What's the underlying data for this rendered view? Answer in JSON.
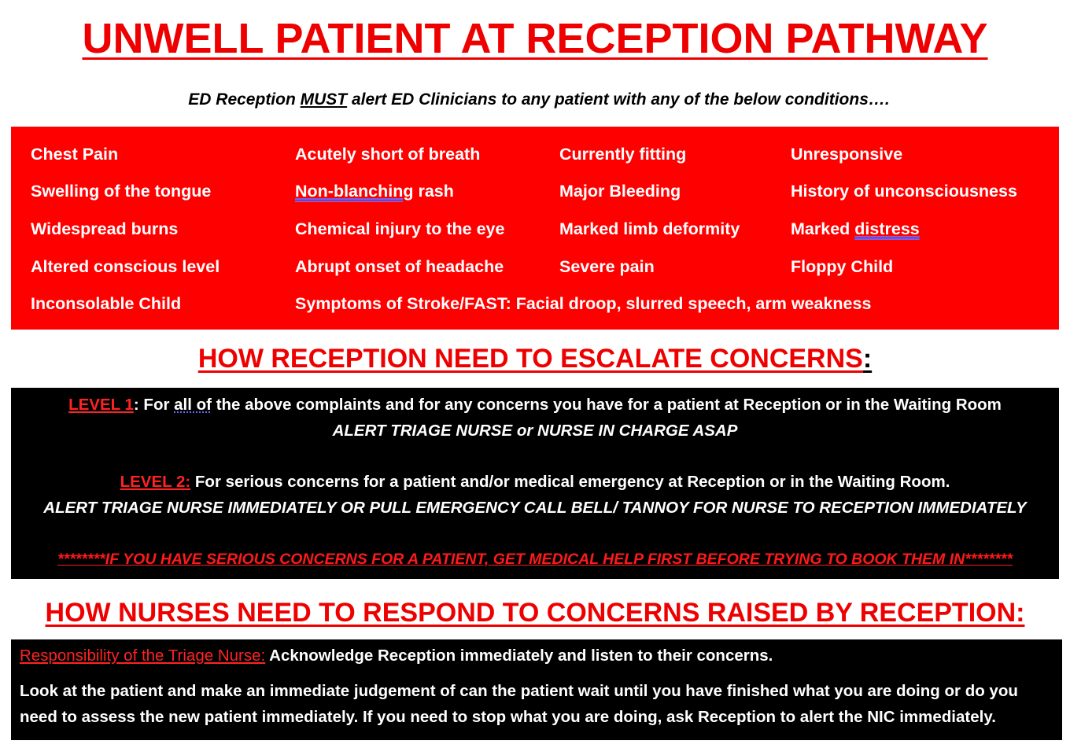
{
  "title": "UNWELL PATIENT AT RECEPTION PATHWAY",
  "subtitle": {
    "before": "ED Reception ",
    "emphasis": "MUST",
    "after": " alert ED Clinicians to any patient with any of the below conditions…."
  },
  "conditions": {
    "r1c1": "Chest Pain",
    "r1c2": "Acutely short of breath",
    "r1c3": "Currently fitting",
    "r1c4": "Unresponsive",
    "r2c1": "Swelling of the tongue",
    "r2c2a": "Non-blanching",
    "r2c2b": " rash",
    "r2c3": "Major Bleeding",
    "r2c4": "History of unconsciousness",
    "r3c1": "Widespread burns",
    "r3c2": "Chemical injury to the eye",
    "r3c3": "Marked limb deformity",
    "r3c4a": "Marked ",
    "r3c4b": "distress",
    "r4c1": "Altered conscious level",
    "r4c2": "Abrupt onset of headache",
    "r4c3": "Severe pain",
    "r4c4": "Floppy Child",
    "r5c1": "Inconsolable Child",
    "r5c2": "Symptoms of Stroke/FAST: Facial droop, slurred speech, arm weakness"
  },
  "escalate": {
    "heading": "HOW RECEPTION NEED TO ESCALATE CONCERNS",
    "colon": ":",
    "level1_label": "LEVEL 1",
    "level1_a": ": For ",
    "level1_allof": "all of",
    "level1_b": " the above complaints and for any concerns you have for a patient at Reception or in the Waiting Room",
    "level1_action": "ALERT TRIAGE NURSE or NURSE IN CHARGE ASAP",
    "level2_label": "LEVEL 2:",
    "level2_text": " For serious concerns for a patient and/or medical emergency at Reception or in the Waiting Room.",
    "level2_action": "ALERT TRIAGE NURSE IMMEDIATELY OR PULL EMERGENCY CALL BELL/ TANNOY FOR NURSE TO RECEPTION IMMEDIATELY",
    "warning": "********IF YOU HAVE SERIOUS CONCERNS FOR A PATIENT, GET MEDICAL HELP FIRST BEFORE TRYING TO BOOK THEM IN********"
  },
  "respond": {
    "heading": "HOW NURSES NEED TO RESPOND TO CONCERNS RAISED BY RECEPTION:",
    "resp_label": "Responsibility of the Triage Nurse:",
    "resp_text": "  Acknowledge Reception immediately and listen to their concerns.",
    "line2": "Look at the patient and make an immediate judgement of can the patient wait until you have finished what you are doing or do you",
    "line3": "need to assess the new patient immediately. If you need to stop what you are doing, ask Reception to alert the NIC immediately."
  },
  "colors": {
    "accent_red": "#ff0000",
    "title_red": "#ee0000",
    "panel_black": "#000000"
  }
}
